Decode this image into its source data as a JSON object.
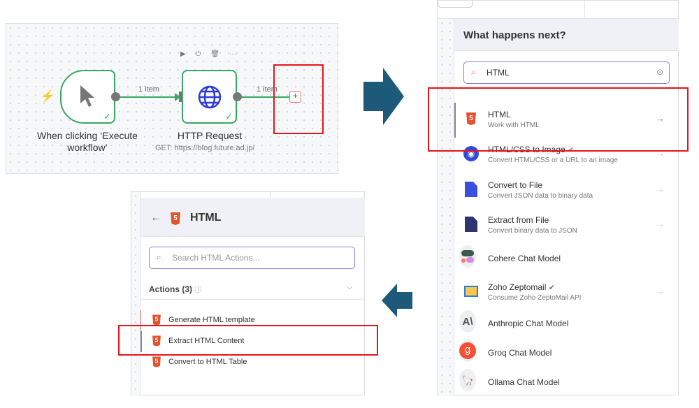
{
  "workflow": {
    "trigger_label_line1": "When clicking ‘Execute",
    "trigger_label_line2": "workflow’",
    "edge1_label": "1 item",
    "edge2_label": "1 item",
    "http_label": "HTTP Request",
    "http_subtitle": "GET: https://blog.future.ad.jp/",
    "add_button": "+"
  },
  "next_panel": {
    "title": "What happens next?",
    "search_value": "HTML",
    "items": [
      {
        "title": "HTML",
        "subtitle": "Work with HTML",
        "icon": "html5-icon"
      },
      {
        "title": "HTML/CSS to Image",
        "subtitle": "Convert HTML/CSS or a URL to an image",
        "icon": "eye-icon",
        "verified": true
      },
      {
        "title": "Convert to File",
        "subtitle": "Convert JSON data to binary data",
        "icon": "convert-file-icon"
      },
      {
        "title": "Extract from File",
        "subtitle": "Convert binary data to JSON",
        "icon": "extract-file-icon"
      },
      {
        "title": "Cohere Chat Model",
        "icon": "cohere-icon"
      },
      {
        "title": "Zoho Zeptomail",
        "subtitle": "Consume Zoho ZeptoMail API",
        "icon": "zoho-icon",
        "verified": true
      },
      {
        "title": "Anthropic Chat Model",
        "icon": "anthropic-icon",
        "glyph": "A\\"
      },
      {
        "title": "Groq Chat Model",
        "icon": "groq-icon",
        "glyph": "g"
      },
      {
        "title": "Ollama Chat Model",
        "icon": "ollama-icon"
      }
    ]
  },
  "html_panel": {
    "title": "HTML",
    "search_placeholder": "Search HTML Actions...",
    "section_label": "Actions (3)",
    "actions": [
      "Generate HTML template",
      "Extract HTML Content",
      "Convert to HTML Table"
    ],
    "html5_glyph": "5"
  },
  "colors": {
    "accent": "#8a7ee0",
    "success": "#3aa864",
    "highlight": "#e8141b",
    "flow_arrow": "#1d5a7a"
  }
}
